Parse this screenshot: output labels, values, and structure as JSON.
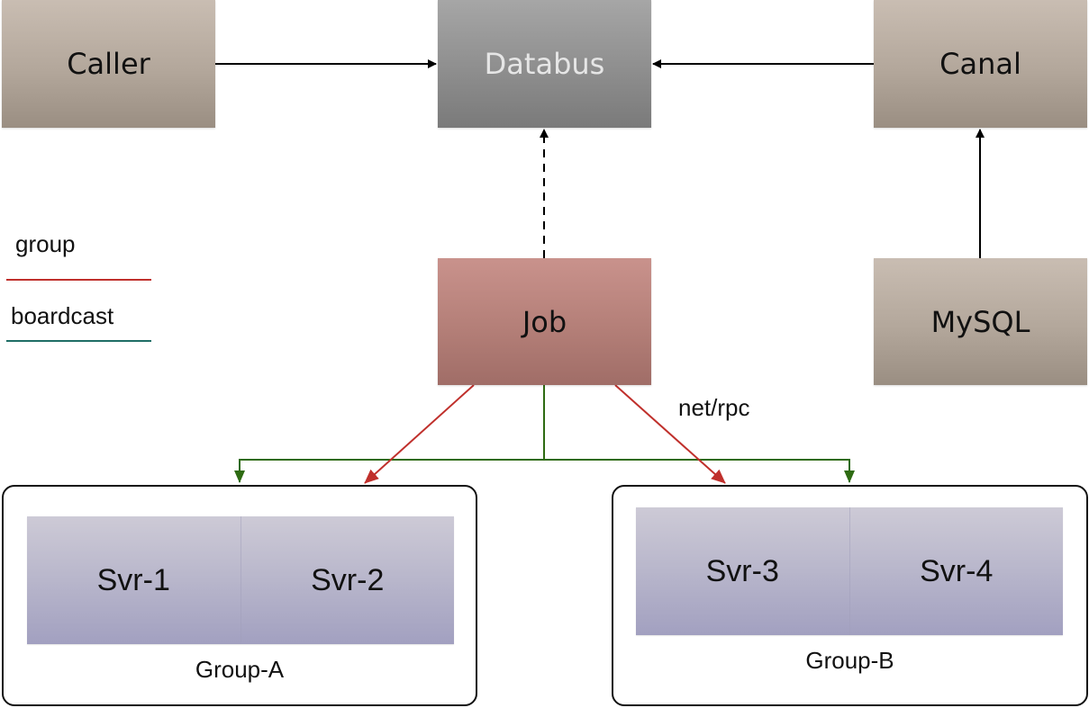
{
  "nodes": {
    "caller": "Caller",
    "databus": "Databus",
    "canal": "Canal",
    "job": "Job",
    "mysql": "MySQL"
  },
  "groups": [
    {
      "label": "Group-A",
      "servers": [
        "Svr-1",
        "Svr-2"
      ]
    },
    {
      "label": "Group-B",
      "servers": [
        "Svr-3",
        "Svr-4"
      ]
    }
  ],
  "legend": {
    "group": {
      "label": "group",
      "color": "#c0302c"
    },
    "broadcast": {
      "label": "boardcast",
      "color": "#1f6e66"
    }
  },
  "edge_label": "net/rpc",
  "colors": {
    "group_arrow": "#c0302c",
    "broadcast_arrow": "#2e6b12",
    "default_arrow": "#000000"
  },
  "edges": [
    {
      "from": "Caller",
      "to": "Databus",
      "style": "solid"
    },
    {
      "from": "Canal",
      "to": "Databus",
      "style": "solid"
    },
    {
      "from": "MySQL",
      "to": "Canal",
      "style": "solid"
    },
    {
      "from": "Job",
      "to": "Databus",
      "style": "dashed"
    },
    {
      "from": "Job",
      "to": "Group-A",
      "style": "group"
    },
    {
      "from": "Job",
      "to": "Group-B",
      "style": "group"
    },
    {
      "from": "Job",
      "to": "Group-A",
      "style": "broadcast"
    },
    {
      "from": "Job",
      "to": "Group-B",
      "style": "broadcast"
    }
  ]
}
